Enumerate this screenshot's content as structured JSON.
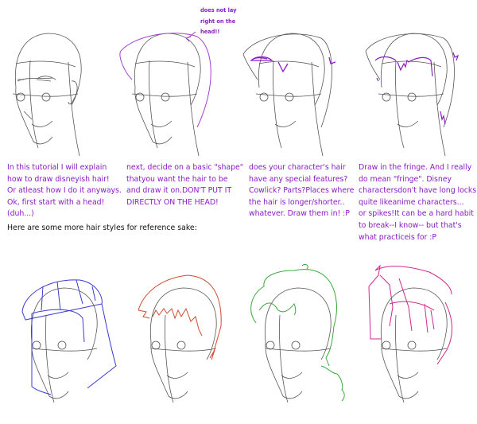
{
  "title_annotation": "does not lay\nright on the\nhead!!",
  "steps": [
    {
      "caption": "In this tutorial I will explain\nhow to draw disneyish hair!\nOr atleast how I do it anyways.\nOk, first start with a head!\n(duh...)",
      "hair_color": null
    },
    {
      "caption": "next, decide on a basic \"shape\"\nthatyou want the hair to be\nand draw it on.DON'T PUT IT\nDIRECTLY ON THE HEAD!",
      "hair_color": "#a040d0"
    },
    {
      "caption": "does your character's hair\nhave any special features?\nCowlick? Parts?Places where\nthe hair is longer/shorter..\nwhatever. Draw them in! :P",
      "hair_color": "#8a1cc4"
    },
    {
      "caption": "Draw in the fringe. And I really\ndo mean \"fringe\". Disney\ncharactersdon't have long locks\nquite likeanime characters...\nor spikes!It can be a hard habit\nto break--I know-- but that's\nwhat practiceis for :P",
      "hair_color": "#8a1cc4"
    }
  ],
  "reference_note": "Here are some more hair styles for reference sake:",
  "reference_styles": [
    {
      "name": "bob",
      "color": "#3a3ad0"
    },
    {
      "name": "short-spiky",
      "color": "#d04a30"
    },
    {
      "name": "curly",
      "color": "#3aa83a"
    },
    {
      "name": "long-spiky",
      "color": "#d02890"
    }
  ],
  "colors": {
    "text_purple": "#8a1cc4",
    "sketch_gray": "#555555"
  }
}
